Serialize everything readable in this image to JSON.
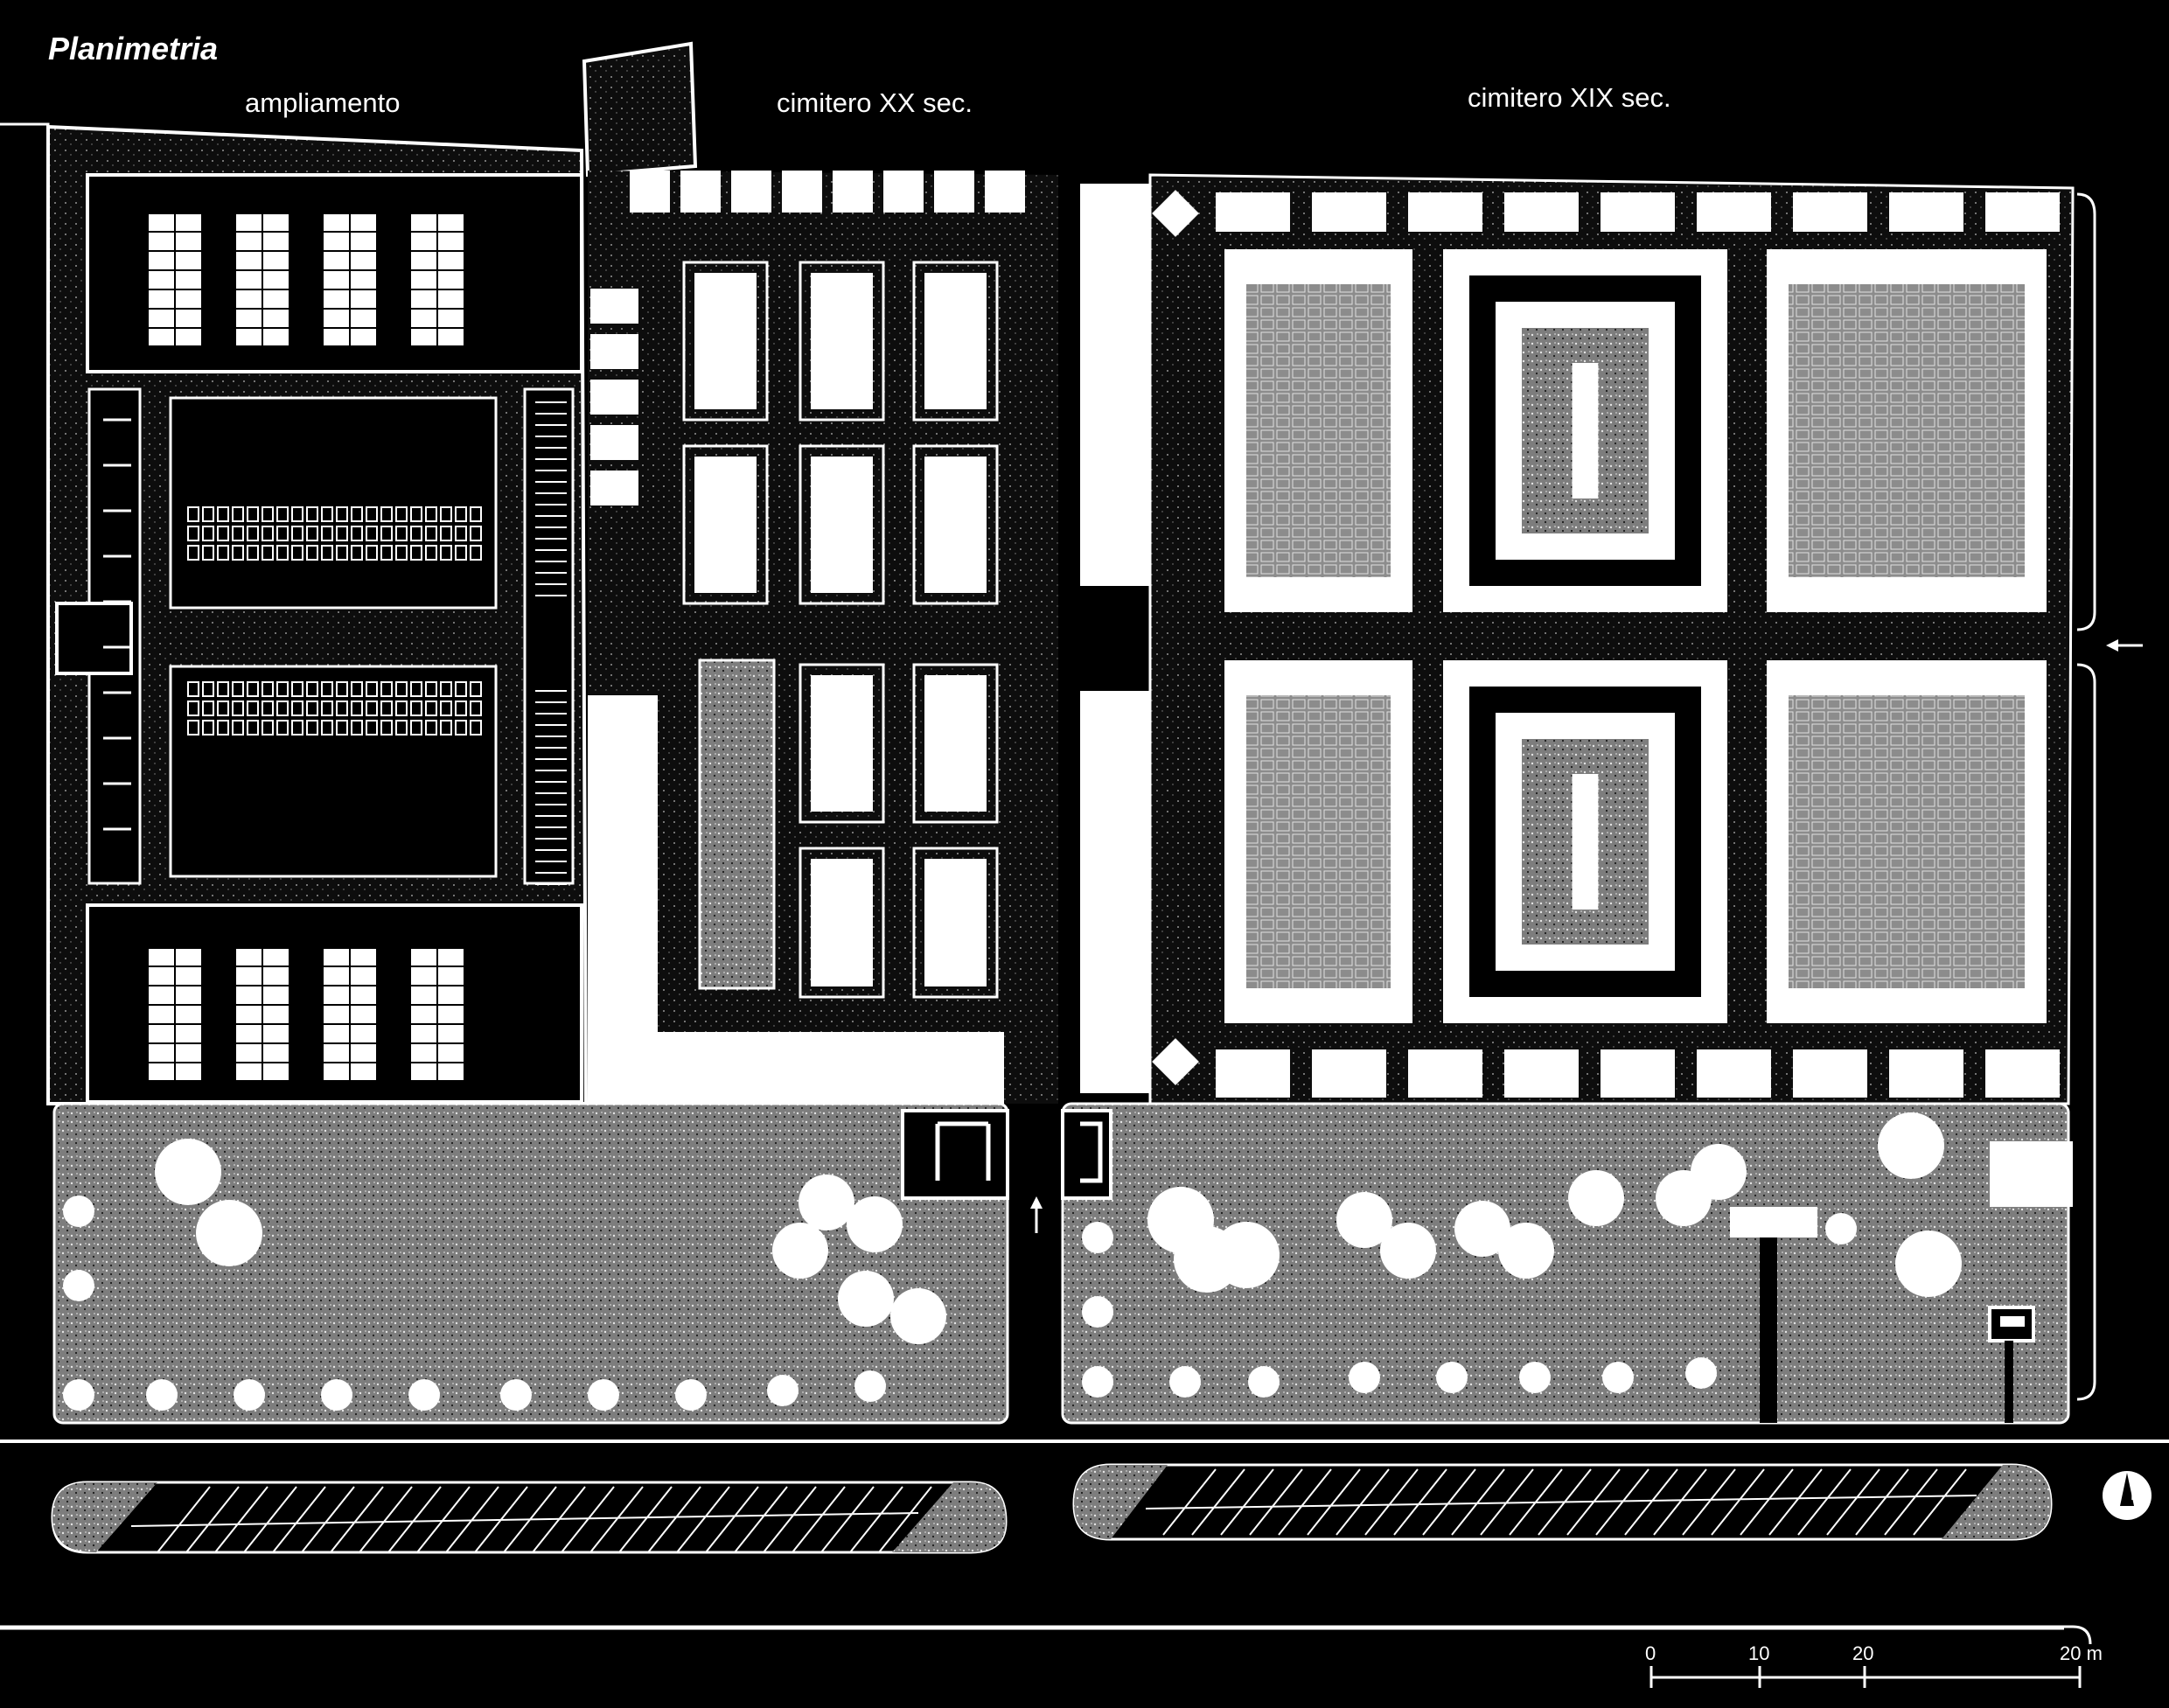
{
  "title": "Planimetria",
  "zones": {
    "extension": "ampliamento",
    "cemetery_20th": "cimitero XX sec.",
    "cemetery_19th": "cimitero XIX sec."
  },
  "scale": {
    "ticks": [
      "0",
      "10",
      "20",
      "20 m"
    ]
  },
  "north": "N",
  "colors": {
    "background": "#000000",
    "paths": "#ffffff",
    "gravel": "#8c8c8c"
  },
  "icons": [
    "entrance-arrow-icon",
    "north-arrow-icon",
    "tree-icon"
  ]
}
